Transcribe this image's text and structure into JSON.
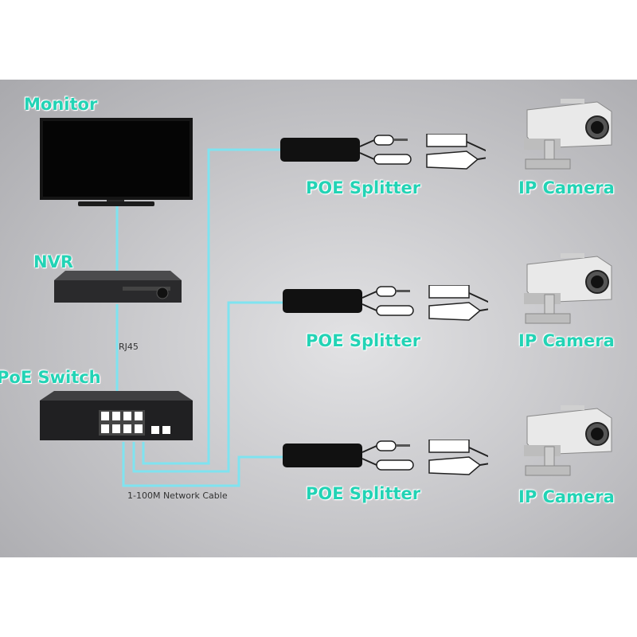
{
  "labels": {
    "monitor": "Monitor",
    "nvr": "NVR",
    "switch": "PoE Switch",
    "rj45": "RJ45",
    "cable": "1-100M Network Cable"
  },
  "splitters": [
    {
      "label": "POE Splitter"
    },
    {
      "label": "POE Splitter"
    },
    {
      "label": "POE Splitter"
    }
  ],
  "cameras": [
    {
      "label": "IP Camera"
    },
    {
      "label": "IP Camera"
    },
    {
      "label": "IP Camera"
    }
  ],
  "colors": {
    "cable": "#7fe3f0",
    "label": "#23d3b5"
  }
}
